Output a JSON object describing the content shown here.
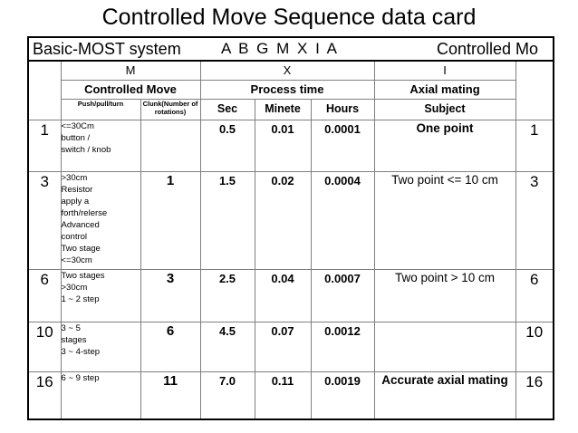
{
  "slide": {
    "title": "Controlled Move Sequence data card"
  },
  "banner": {
    "system": "Basic-MOST system",
    "sequence": "A B G M X I A",
    "right_label": "Controlled Mo"
  },
  "header": {
    "letters": {
      "m": "M",
      "x": "X",
      "i": "I"
    },
    "groups": {
      "controlled_move": "Controlled Move",
      "process_time": "Process time",
      "axial_mating": "Axial mating"
    },
    "subheaders": {
      "push_pull_turn": "Push/pull/turn",
      "clunk": "Clunk(Number of rotations)",
      "sec": "Sec",
      "minete": "Minete",
      "hours": "Hours",
      "subject": "Subject"
    }
  },
  "rows": [
    {
      "index": "1",
      "desc": [
        "<=30Cm",
        "button /",
        "switch / knob"
      ],
      "rotations": "",
      "sec": "0.5",
      "minete": "0.01",
      "hours": "0.0001",
      "subject": "One point",
      "subject_bold": true,
      "tail": "1"
    },
    {
      "index": "3",
      "desc": [
        ">30cm",
        "Resistor",
        "apply a",
        "forth/relerse",
        "Advanced",
        "control",
        "Two stage",
        "<=30cm"
      ],
      "rotations": "1",
      "sec": "1.5",
      "minete": "0.02",
      "hours": "0.0004",
      "subject": "Two point <= 10 cm",
      "subject_bold": false,
      "tail": "3"
    },
    {
      "index": "6",
      "desc": [
        "Two stages",
        ">30cm",
        "1 ~ 2 step"
      ],
      "rotations": "3",
      "sec": "2.5",
      "minete": "0.04",
      "hours": "0.0007",
      "subject": "Two point > 10 cm",
      "subject_bold": false,
      "tail": "6"
    },
    {
      "index": "10",
      "desc": [
        "3 ~ 5",
        "stages",
        "3 ~ 4-step"
      ],
      "rotations": "6",
      "sec": "4.5",
      "minete": "0.07",
      "hours": "0.0012",
      "subject": "",
      "subject_bold": false,
      "tail": "10"
    },
    {
      "index": "16",
      "desc": [
        "6 ~ 9 step"
      ],
      "rotations": "11",
      "sec": "7.0",
      "minete": "0.11",
      "hours": "0.0019",
      "subject": "Accurate axial mating",
      "subject_bold": true,
      "tail": "16"
    }
  ]
}
